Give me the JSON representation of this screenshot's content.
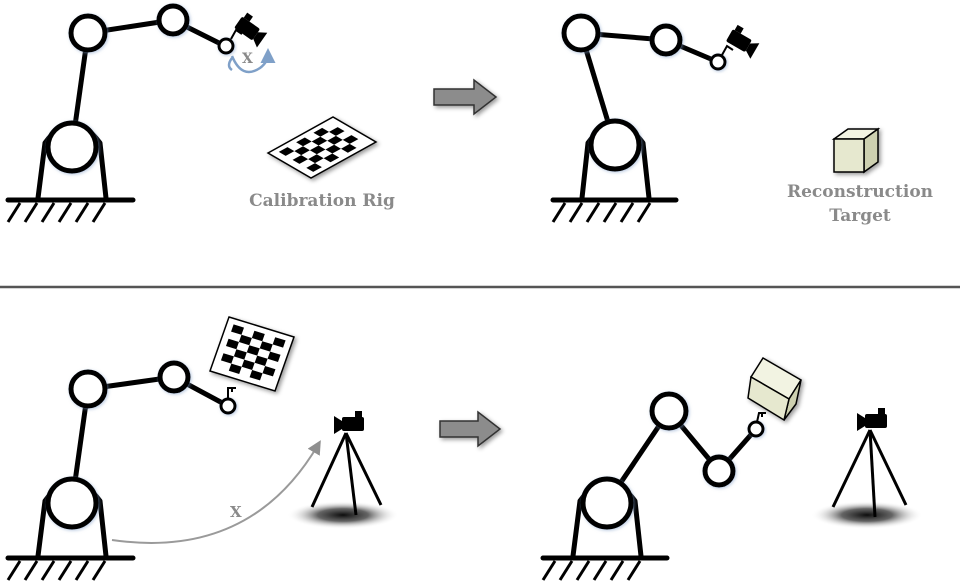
{
  "top_panel": {
    "rig_label": "Calibration Rig",
    "target_label_line1": "Reconstruction",
    "target_label_line2": "Target",
    "transform_label": "X"
  },
  "bottom_panel": {
    "transform_label": "X"
  },
  "colors": {
    "ink": "#000000",
    "label_gray": "#8a8a8a",
    "arrow_fill": "#8c8c8c",
    "cube_fill": "#e6e8cf",
    "divider": "#555555"
  }
}
